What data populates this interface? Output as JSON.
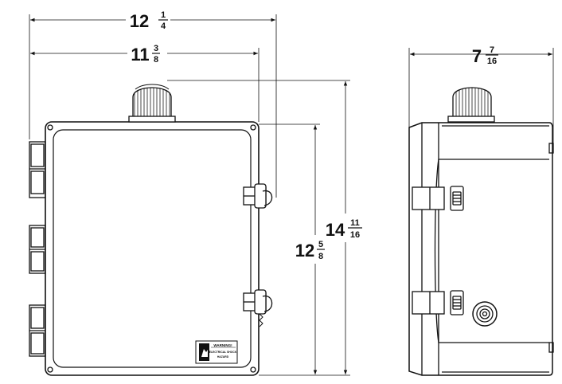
{
  "dimensions": {
    "overall_width": {
      "whole": "12",
      "num": "1",
      "den": "4"
    },
    "enclosure_width": {
      "whole": "11",
      "num": "3",
      "den": "8"
    },
    "enclosure_height": {
      "whole": "12",
      "num": "5",
      "den": "8"
    },
    "overall_height": {
      "whole": "14",
      "num": "11",
      "den": "16"
    },
    "depth": {
      "whole": "7",
      "num": "7",
      "den": "16"
    }
  },
  "warning_label": {
    "title": "WARNING!",
    "line1": "ELECTRICAL SHOCK",
    "line2": "HAZARD"
  },
  "colors": {
    "line": "#111111",
    "background": "#ffffff"
  }
}
